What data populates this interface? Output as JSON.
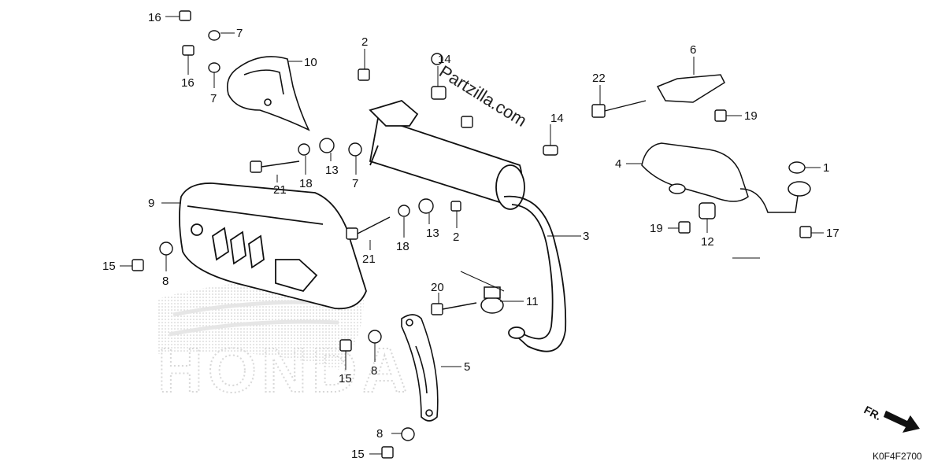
{
  "watermark": "Partzilla.com",
  "background_logo": "HONDA",
  "diagram_code": "K0F4F2700",
  "front_label": "FR.",
  "callouts": [
    {
      "id": "c16a",
      "label": "16"
    },
    {
      "id": "c7a",
      "label": "7"
    },
    {
      "id": "c10",
      "label": "10"
    },
    {
      "id": "c16b",
      "label": "16"
    },
    {
      "id": "c7b",
      "label": "7"
    },
    {
      "id": "c2a",
      "label": "2"
    },
    {
      "id": "c14a",
      "label": "14"
    },
    {
      "id": "c14b",
      "label": "14"
    },
    {
      "id": "c21a",
      "label": "21"
    },
    {
      "id": "c18a",
      "label": "18"
    },
    {
      "id": "c13a",
      "label": "13"
    },
    {
      "id": "c7c",
      "label": "7"
    },
    {
      "id": "c9",
      "label": "9"
    },
    {
      "id": "c21b",
      "label": "21"
    },
    {
      "id": "c18b",
      "label": "18"
    },
    {
      "id": "c13b",
      "label": "13"
    },
    {
      "id": "c2b",
      "label": "2"
    },
    {
      "id": "c3",
      "label": "3"
    },
    {
      "id": "c15a",
      "label": "15"
    },
    {
      "id": "c8a",
      "label": "8"
    },
    {
      "id": "c20",
      "label": "20"
    },
    {
      "id": "c11",
      "label": "11"
    },
    {
      "id": "c15b",
      "label": "15"
    },
    {
      "id": "c8b",
      "label": "8"
    },
    {
      "id": "c5",
      "label": "5"
    },
    {
      "id": "c8c",
      "label": "8"
    },
    {
      "id": "c15c",
      "label": "15"
    },
    {
      "id": "c6",
      "label": "6"
    },
    {
      "id": "c22",
      "label": "22"
    },
    {
      "id": "c19a",
      "label": "19"
    },
    {
      "id": "c4",
      "label": "4"
    },
    {
      "id": "c1",
      "label": "1"
    },
    {
      "id": "c19b",
      "label": "19"
    },
    {
      "id": "c12",
      "label": "12"
    },
    {
      "id": "c17",
      "label": "17"
    }
  ]
}
